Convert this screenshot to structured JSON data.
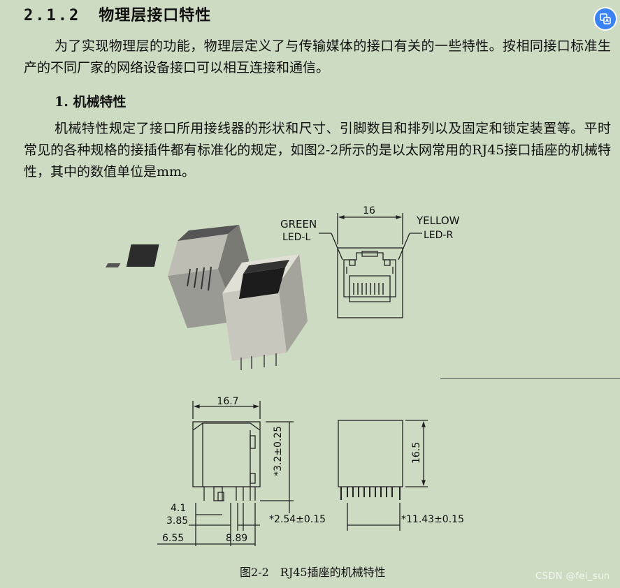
{
  "section": {
    "number": "2.1.2",
    "title": "物理层接口特性"
  },
  "intro_paragraph": "为了实现物理层的功能，物理层定义了与传输媒体的接口有关的一些特性。按相同接口标准生产的不同厂家的网络设备接口可以相互连接和通信。",
  "subsection": {
    "title": "1. 机械特性"
  },
  "mechanical_paragraph": "机械特性规定了接口所用接线器的形状和尺寸、引脚数目和排列以及固定和锁定装置等。平时常见的各种规格的接插件都有标准化的规定，如图2-2所示的是以太网常用的RJ45接口插座的机械特性，其中的数值单位是mm。",
  "figure": {
    "caption": "图2-2　RJ45插座的机械特性",
    "front_view": {
      "width_label": "16",
      "left_label_1": "GREEN",
      "left_label_2": "LED-L",
      "right_label_1": "YELLOW",
      "right_label_2": "LED-R"
    },
    "side_view": {
      "width_label": "16.7",
      "height_label": "*3.2±0.25",
      "dim_1": "4.1",
      "dim_2": "3.85",
      "dim_3": "6.55",
      "dim_4": "8.89",
      "pitch_label": "*2.54±0.15"
    },
    "back_view": {
      "height_label": "16.5",
      "pitch_label": "*11.43±0.15"
    }
  },
  "watermark": "CSDN @fei_sun",
  "colors": {
    "page_background": "#cddbc3",
    "float_button": "#3b82f6"
  },
  "float_button_icon": "translate-icon"
}
